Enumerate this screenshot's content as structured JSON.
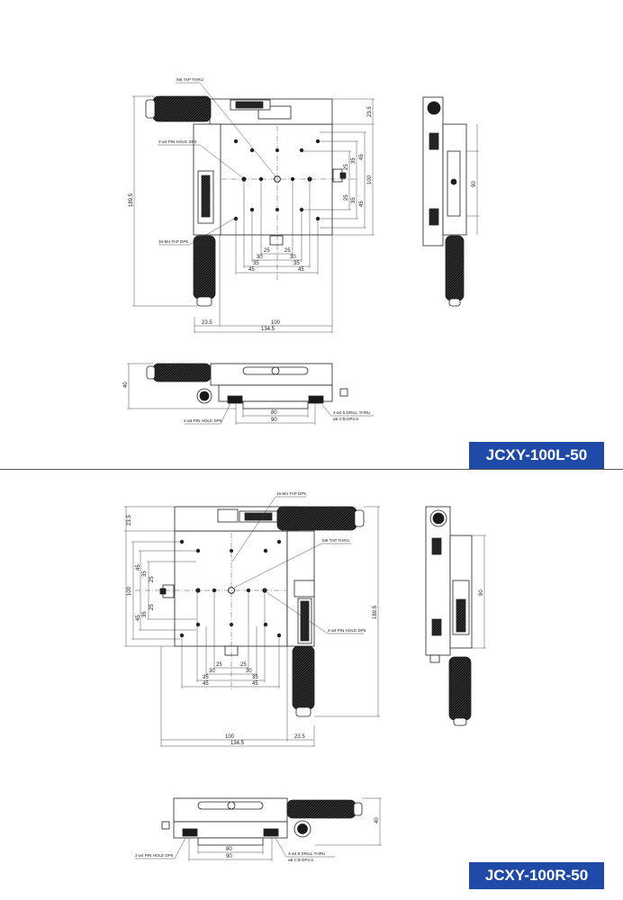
{
  "upper_model": {
    "model_label": "JCXY-100L-50",
    "top_view": {
      "callouts": {
        "m6_tap": "M6 TAP THRU",
        "pin_hole": "2-ø4 PIN HOLE DP5",
        "m4_tap": "16-M4 TAP DP5"
      },
      "dims_bottom": [
        "25",
        "25",
        "30",
        "30",
        "35",
        "35",
        "45",
        "45"
      ],
      "dims_right": [
        "25",
        "25",
        "35",
        "35",
        "45",
        "45"
      ],
      "dim_right_total": "100",
      "dim_top_right": "23.5",
      "dim_left_total": "189.5",
      "dim_base_left": "23.5",
      "dim_base_width": "100",
      "dim_base_total": "134.5"
    },
    "side_view": {
      "dim_height": "90"
    },
    "front_view": {
      "dim_height": "40",
      "dim_inner": "80",
      "dim_outer": "90",
      "callout_pin": "2-ø4 PIN HOLE DP5",
      "callout_drill": "4-ø4.5 DRILL THRU",
      "callout_cb": "ø8 C'B DP4.5"
    }
  },
  "lower_model": {
    "model_label": "JCXY-100R-50",
    "top_view": {
      "callouts": {
        "m4_tap": "16-M4 TAP DP5",
        "m6_tap": "M6 TAP THRU",
        "pin_hole": "2-ø4 PIN HOLE DP5"
      },
      "dims_bottom": [
        "25",
        "25",
        "30",
        "30",
        "35",
        "35",
        "45",
        "45"
      ],
      "dims_left": [
        "45",
        "35",
        "25",
        "25",
        "35",
        "45"
      ],
      "dim_left_total": "100",
      "dim_top_left": "23.5",
      "dim_right_total": "189.5",
      "dim_base_width": "100",
      "dim_base_right": "23.5",
      "dim_base_total": "134.5"
    },
    "side_view": {
      "dim_height": "90"
    },
    "front_view": {
      "dim_height": "40",
      "dim_inner": "80",
      "dim_outer": "90",
      "callout_pin": "2-ø4 PIN HOLE DP5",
      "callout_drill": "4-ø4.5 DRILL THRU",
      "callout_cb": "ø8 C'B DP4.5"
    }
  },
  "colors": {
    "badge": "#1f4aa8",
    "ink": "#222222",
    "knurl": "#1a1a1a"
  }
}
